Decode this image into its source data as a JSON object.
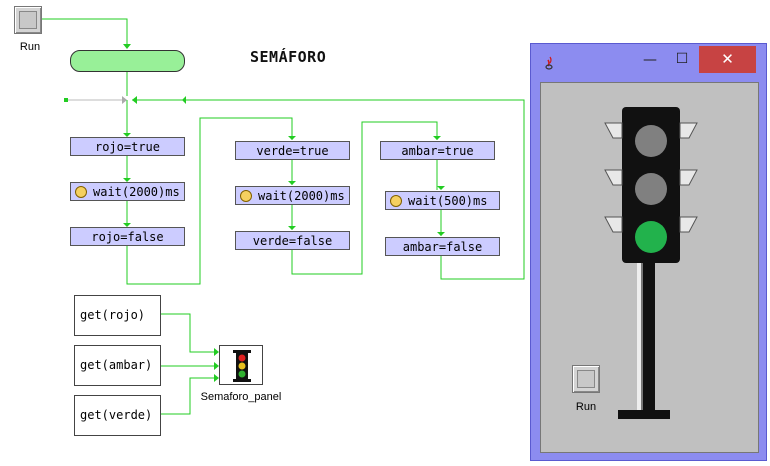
{
  "canvas": {
    "run_label": "Run",
    "title": "SEMÁFORO"
  },
  "blocks": {
    "rojo_true": "rojo=true",
    "wait_rojo": "wait(2000)ms",
    "rojo_false": "rojo=false",
    "verde_true": "verde=true",
    "wait_verde": "wait(2000)ms",
    "verde_false": "verde=false",
    "ambar_true": "ambar=true",
    "wait_ambar": "wait(500)ms",
    "ambar_false": "ambar=false"
  },
  "getters": {
    "rojo": "get(rojo)",
    "ambar": "get(ambar)",
    "verde": "get(verde)"
  },
  "panel_component": {
    "label": "Semaforo_panel"
  },
  "window": {
    "run_label": "Run",
    "close_glyph": "✕",
    "minimize_glyph": "—",
    "maximize_glyph": "☐",
    "app_icon": "java-icon"
  },
  "traffic_light": {
    "top_lamp_color": "#808080",
    "middle_lamp_color": "#808080",
    "bottom_lamp_color": "#22b24c"
  },
  "colors": {
    "wire": "#22cc22",
    "block_fill": "#ccccff",
    "start_fill": "#98f098",
    "window_frame": "#8c8cf0",
    "close_button": "#c74343"
  }
}
